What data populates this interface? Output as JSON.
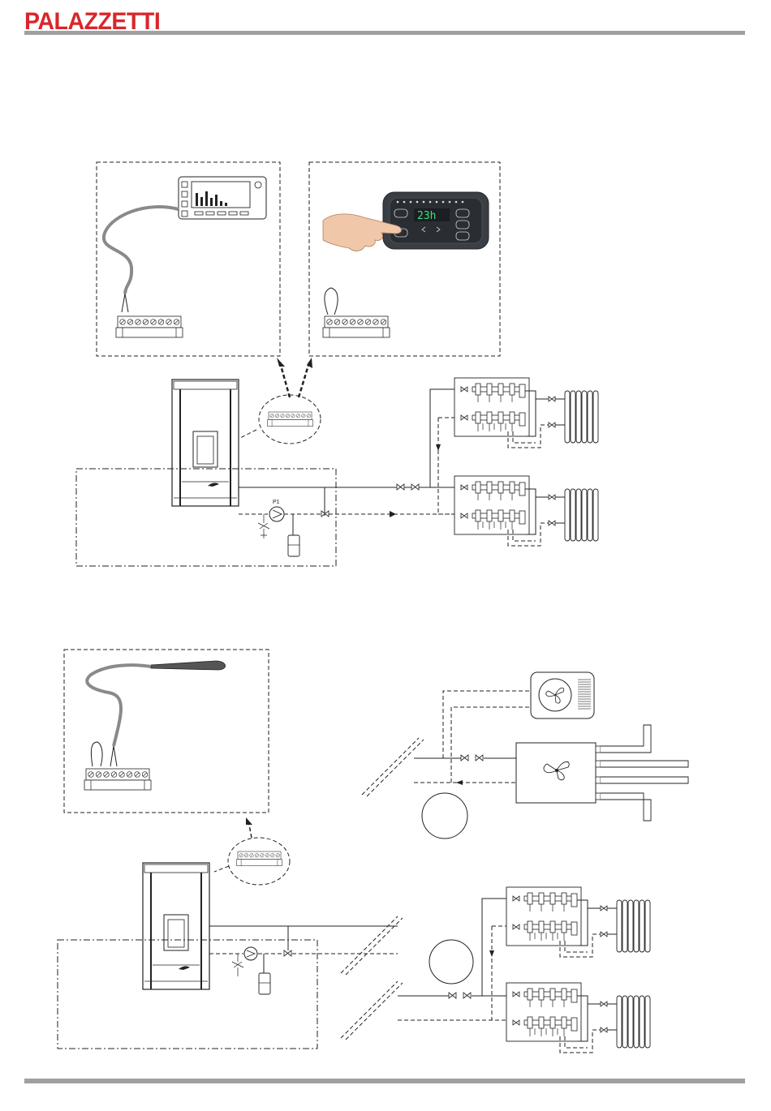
{
  "brand": {
    "logo_text": "PALAZZETTI",
    "color": "#d9262b"
  },
  "colors": {
    "rule": "#a0a0a0",
    "cable": "#8a8a8a",
    "panel": "#3a3f45",
    "display_text": "#3ee07a"
  },
  "diagram": {
    "pump_label": "P1",
    "control_panel_display": "23h"
  }
}
